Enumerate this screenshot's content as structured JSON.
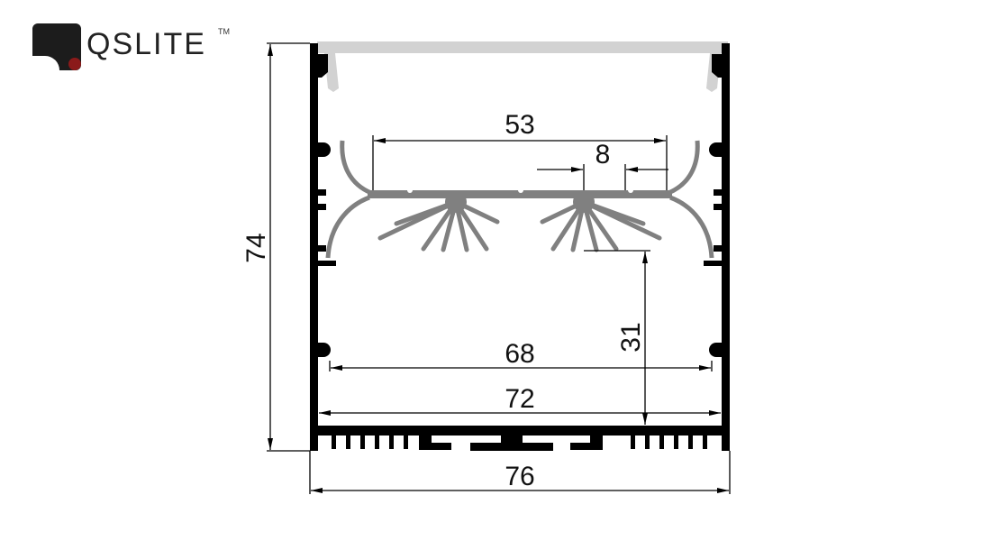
{
  "brand": {
    "name": "QSLITE",
    "trademark": "TM",
    "colors": {
      "mark": "#1c1c1c",
      "dot": "#8b1a1a"
    }
  },
  "dimensions": {
    "overall_height": "74",
    "overall_width": "76",
    "inner_width_72": "72",
    "inner_width_68": "68",
    "board_span": "53",
    "clip_gap": "8",
    "board_height": "31"
  },
  "colors": {
    "profile": "#000000",
    "heatsink_board": "#808080",
    "diffuser": "#d2d2d2",
    "lines": "#000000"
  }
}
